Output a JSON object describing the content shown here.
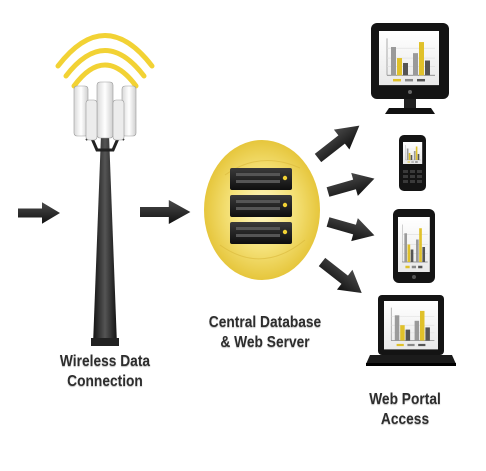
{
  "labels": {
    "wireless_line1": "Wireless Data",
    "wireless_line2": "Connection",
    "server_line1": "Central Database",
    "server_line2": "& Web Server",
    "portal_line1": "Web Portal",
    "portal_line2": "Access"
  },
  "colors": {
    "signal": "#f2d234",
    "server_glow": "#f3de5a",
    "arrow": "#1c1c1c",
    "device": "#141414"
  },
  "icons": [
    "cell-tower-icon",
    "server-rack-icon",
    "desktop-monitor-icon",
    "phone-icon",
    "tablet-icon",
    "laptop-icon",
    "arrow-icon"
  ]
}
